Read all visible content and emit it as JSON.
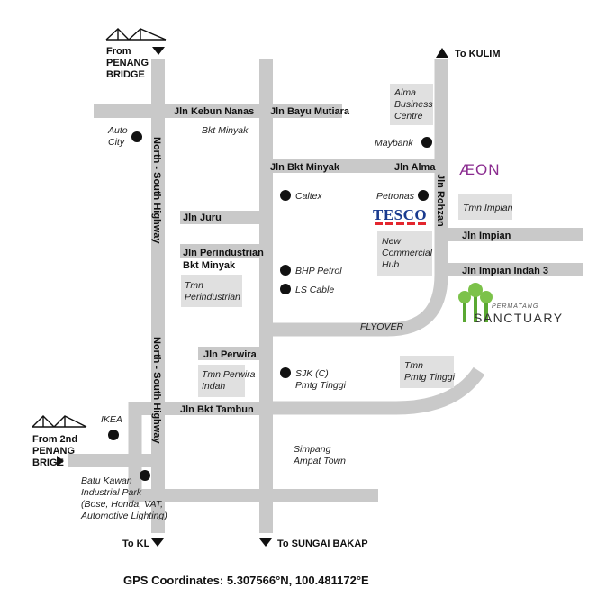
{
  "colors": {
    "road": "#c9c9c9",
    "box": "#e0e0e0",
    "text": "#111111",
    "tesco_blue": "#1a3b8f",
    "tesco_red": "#e3262e",
    "aeon_purple": "#8a2b8f",
    "sanctuary_green": "#5aa832"
  },
  "entrances": {
    "penang_bridge": {
      "line1": "From",
      "line2": "PENANG",
      "line3": "BRIDGE"
    },
    "penang_bridge_2": {
      "line1": "From 2nd",
      "line2": "PENANG",
      "line3": "BRIGE"
    },
    "kulim": "To KULIM",
    "kl": "To KL",
    "sungai_bakap": "To SUNGAI BAKAP"
  },
  "roads": {
    "kebun_nanas": "Jln Kebun Nanas",
    "bayu_mutiara": "Jln Bayu Mutiara",
    "bkt_minyak": "Jln Bkt Minyak",
    "alma": "Jln Alma",
    "rohzan": "Jln Rohzan",
    "juru": "Jln Juru",
    "perindustrian_1": "Jln Perindustrian",
    "perindustrian_2": "Bkt Minyak",
    "impian": "Jln Impian",
    "impian_indah": "Jln Impian Indah 3",
    "perwira": "Jln Perwira",
    "bkt_tambun": "Jln Bkt Tambun",
    "flyover": "FLYOVER",
    "highway_1": "North - South Highway",
    "highway_2": "North - South Highway"
  },
  "places": {
    "auto_city": [
      "Auto",
      "City"
    ],
    "bkt_minyak_area": "Bkt Minyak",
    "alma_business": [
      "Alma",
      "Business",
      "Centre"
    ],
    "maybank": "Maybank",
    "aeon": "ÆON",
    "caltex": "Caltex",
    "petronas": "Petronas",
    "tesco": "TESCO",
    "tmn_impian": "Tmn Impian",
    "new_commercial": [
      "New",
      "Commercial",
      "Hub"
    ],
    "bhp_petrol": "BHP Petrol",
    "ls_cable": "LS Cable",
    "tmn_perindustrian": [
      "Tmn",
      "Perindustrian"
    ],
    "sanctuary_small": "PERMATANG",
    "sanctuary_big": "SANCTUARY",
    "tmn_perwira": [
      "Tmn Perwira",
      "Indah"
    ],
    "sjk": [
      "SJK (C)",
      "Pmtg Tinggi"
    ],
    "tmn_pmtg_tinggi": [
      "Tmn",
      "Pmtg Tinggi"
    ],
    "ikea": "IKEA",
    "simpang_ampat": [
      "Simpang",
      "Ampat Town"
    ],
    "batu_kawan": [
      "Batu Kawan",
      "Industrial Park",
      "(Bose, Honda, VAT,",
      "Automotive Lighting)"
    ]
  },
  "gps": "GPS Coordinates: 5.307566°N, 100.481172°E"
}
